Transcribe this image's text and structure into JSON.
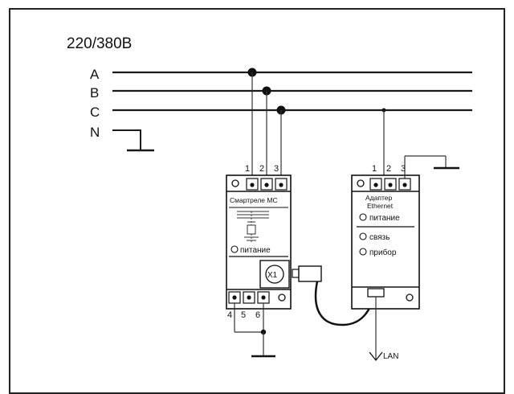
{
  "voltage_label": "220/380В",
  "lines": {
    "a": "A",
    "b": "B",
    "c": "C",
    "n": "N"
  },
  "relay": {
    "title": "Смартреле МС",
    "led_power": "питание",
    "connector": "X1",
    "top_pins": [
      "1",
      "2",
      "3"
    ],
    "bottom_pins": [
      "4",
      "5",
      "6"
    ]
  },
  "adapter": {
    "title_line1": "Адаптер",
    "title_line2": "Ethernet",
    "leds": [
      "питание",
      "связь",
      "прибор"
    ],
    "top_pins": [
      "1",
      "2",
      "3"
    ]
  },
  "lan_label": "LAN"
}
